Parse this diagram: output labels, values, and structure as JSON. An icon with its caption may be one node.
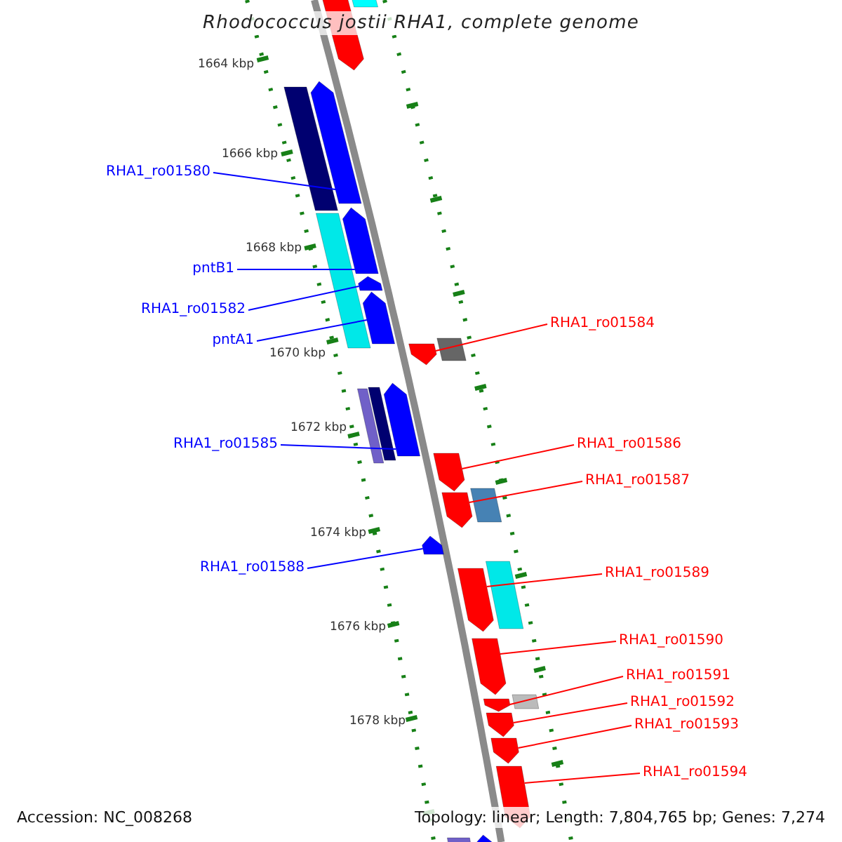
{
  "diagram": {
    "title": "Rhodococcus jostii RHA1, complete genome",
    "nodes": [
      {
        "text": [
          "RHA1_ro01580"
        ]
      },
      {
        "text": [
          "pntB1"
        ]
      },
      {
        "text": [
          "RHA1_ro01582"
        ]
      },
      {
        "text": [
          "pntA1"
        ]
      },
      {
        "text": [
          "RHA1_ro01585"
        ]
      },
      {
        "text": [
          "RHA1_ro01588"
        ]
      },
      {
        "text": [
          "RHA1_ro01584"
        ]
      },
      {
        "text": [
          "RHA1_ro01586"
        ]
      },
      {
        "text": [
          "RHA1_ro01587"
        ]
      },
      {
        "text": [
          "RHA1_ro01589"
        ]
      },
      {
        "text": [
          "RHA1_ro01590"
        ]
      },
      {
        "text": [
          "RHA1_ro01591"
        ]
      },
      {
        "text": [
          "RHA1_ro01592"
        ]
      },
      {
        "text": [
          "RHA1_ro01593"
        ]
      },
      {
        "text": [
          "RHA1_ro01594"
        ]
      },
      {
        "text": [],
        "shape": "bar"
      },
      {
        "text": [],
        "shape": "bar"
      },
      {
        "text": [],
        "shape": "bar"
      },
      {
        "text": [],
        "shape": "bar"
      },
      {
        "text": [],
        "shape": "bar"
      },
      {
        "text": [],
        "shape": "bar"
      },
      {
        "text": [],
        "shape": "bar"
      },
      {
        "text": [],
        "shape": "bar"
      },
      {
        "text": [],
        "shape": "bar"
      },
      {
        "text": [],
        "shape": "bar"
      },
      {
        "text": [],
        "shape": "bar"
      },
      {
        "text": [],
        "shape": "bar"
      },
      {
        "text": [],
        "shape": "bar"
      },
      {
        "text": [],
        "shape": "bar"
      },
      {
        "text": [],
        "shape": "bar"
      },
      {
        "text": [],
        "shape": "bar"
      },
      {
        "text": [],
        "shape": "bar"
      },
      {
        "text": [],
        "shape": "bar"
      },
      {
        "text": [],
        "shape": "bar"
      },
      {
        "text": [],
        "shape": "bar"
      },
      {
        "text": [],
        "shape": "bar"
      },
      {
        "text": [],
        "shape": "bar"
      },
      {
        "text": [],
        "shape": "bar"
      },
      {
        "text": [],
        "shape": "bar"
      },
      {
        "text": [],
        "shape": "bar"
      },
      {
        "text": [],
        "shape": "bar"
      },
      {
        "text": [],
        "shape": "bar"
      }
    ],
    "edges": [
      {
        "from": 0,
        "to": 15,
        "arrow": "none",
        "color": "#0000ff"
      },
      {
        "from": 1,
        "to": 16,
        "arrow": "none",
        "color": "#0000ff"
      },
      {
        "from": 2,
        "to": 17,
        "arrow": "none",
        "color": "#0000ff"
      },
      {
        "from": 3,
        "to": 18,
        "arrow": "none",
        "color": "#0000ff"
      },
      {
        "from": 4,
        "to": 19,
        "arrow": "none",
        "color": "#0000ff"
      },
      {
        "from": 5,
        "to": 20,
        "arrow": "none",
        "color": "#0000ff"
      },
      {
        "from": 6,
        "to": 21,
        "arrow": "none"
      },
      {
        "from": 7,
        "to": 22,
        "arrow": "none"
      },
      {
        "from": 8,
        "to": 23,
        "arrow": "none"
      },
      {
        "from": 9,
        "to": 24,
        "arrow": "none"
      },
      {
        "from": 10,
        "to": 25,
        "arrow": "none"
      },
      {
        "from": 11,
        "to": 26,
        "arrow": "none"
      },
      {
        "from": 12,
        "to": 27,
        "arrow": "none"
      },
      {
        "from": 13,
        "to": 28,
        "arrow": "none"
      },
      {
        "from": 14,
        "to": 29,
        "arrow": "none"
      }
    ],
    "labels": [
      "1664 kbp",
      "1666 kbp",
      "1668 kbp",
      "1670 kbp",
      "1672 kbp",
      "1674 kbp",
      "1676 kbp",
      "1678 kbp",
      "Accession: NC_008268",
      "Topology: linear; Length: 7,804,765 bp; Genes: 7,274"
    ]
  }
}
